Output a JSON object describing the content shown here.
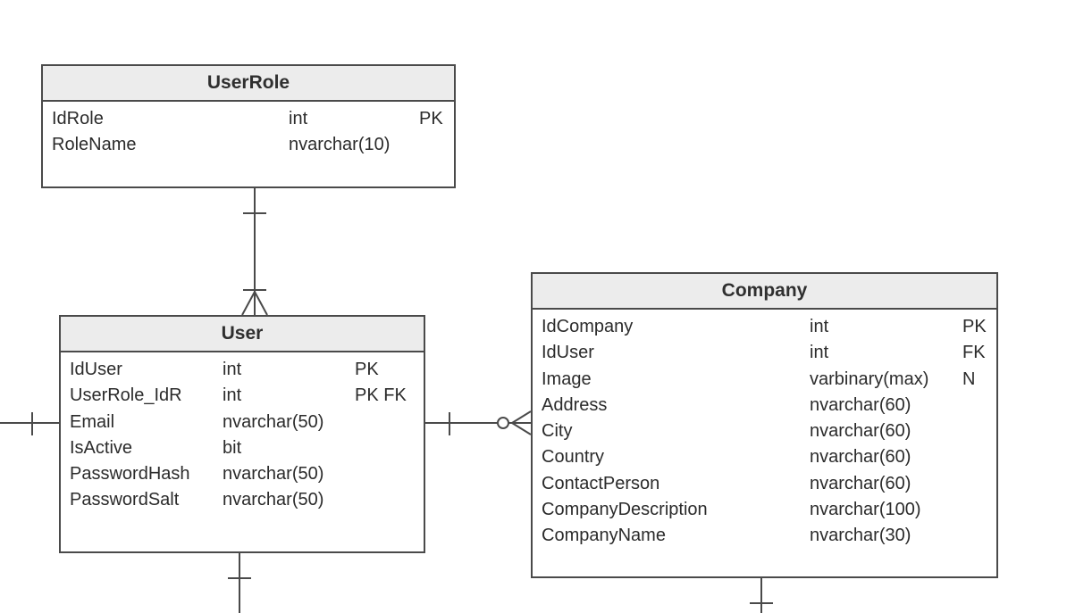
{
  "entities": {
    "userrole": {
      "name": "UserRole",
      "attributes": [
        {
          "name": "IdRole",
          "type": "int",
          "key": "PK"
        },
        {
          "name": "RoleName",
          "type": "nvarchar(10)",
          "key": ""
        }
      ]
    },
    "user": {
      "name": "User",
      "attributes": [
        {
          "name": "IdUser",
          "type": "int",
          "key": "PK"
        },
        {
          "name": "UserRole_IdR",
          "type": "int",
          "key": "PK FK"
        },
        {
          "name": "Email",
          "type": "nvarchar(50)",
          "key": ""
        },
        {
          "name": "IsActive",
          "type": "bit",
          "key": ""
        },
        {
          "name": "PasswordHash",
          "type": "nvarchar(50)",
          "key": ""
        },
        {
          "name": "PasswordSalt",
          "type": "nvarchar(50)",
          "key": ""
        }
      ]
    },
    "company": {
      "name": "Company",
      "attributes": [
        {
          "name": "IdCompany",
          "type": "int",
          "key": "PK"
        },
        {
          "name": "IdUser",
          "type": "int",
          "key": "FK"
        },
        {
          "name": "Image",
          "type": "varbinary(max)",
          "key": "N"
        },
        {
          "name": "Address",
          "type": "nvarchar(60)",
          "key": ""
        },
        {
          "name": "City",
          "type": "nvarchar(60)",
          "key": ""
        },
        {
          "name": "Country",
          "type": "nvarchar(60)",
          "key": ""
        },
        {
          "name": "ContactPerson",
          "type": "nvarchar(60)",
          "key": ""
        },
        {
          "name": "CompanyDescription",
          "type": "nvarchar(100)",
          "key": ""
        },
        {
          "name": "CompanyName",
          "type": "nvarchar(30)",
          "key": ""
        }
      ]
    }
  },
  "relationships": [
    {
      "from": "UserRole",
      "to": "User",
      "from_end": "one",
      "to_end": "many"
    },
    {
      "from": "User",
      "to": "Company",
      "from_end": "one",
      "to_end": "zero-or-many"
    }
  ],
  "colors": {
    "line": "#4a4a4a",
    "header_bg": "#ececec",
    "background": "#ffffff"
  }
}
